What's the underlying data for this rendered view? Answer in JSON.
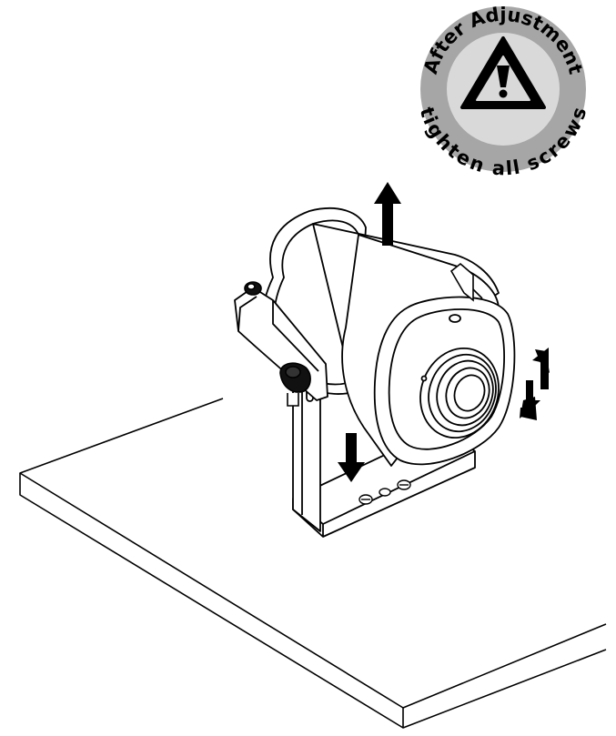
{
  "badge": {
    "top_text": "After Adjustment",
    "bottom_text": "tighten all screws",
    "icon": "warning-triangle-icon",
    "ring_color": "#a6a6a6",
    "inner_color": "#d9d9d9"
  },
  "illustration": {
    "subject": "camera-on-adjustable-bracket",
    "arrows": [
      "up-arrow-icon",
      "down-arrow-icon",
      "tilt-arrows-icon"
    ]
  }
}
